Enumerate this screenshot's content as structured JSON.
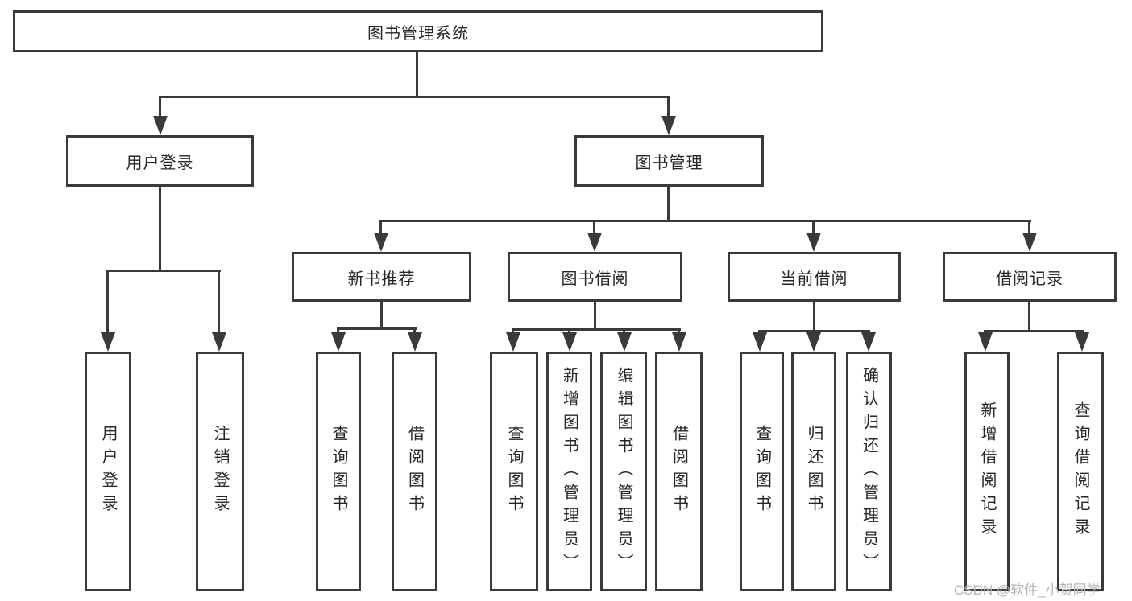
{
  "diagram_title": "图书管理系统",
  "nodes": {
    "root": "图书管理系统",
    "userLogin": "用户登录",
    "bookMgmt": "图书管理",
    "newBookRec": "新书推荐",
    "bookBorrow": "图书借阅",
    "currentBorrow": "当前借阅",
    "borrowRecord": "借阅记录",
    "leafUserLogin": "用户登录",
    "leafLogout": "注销登录",
    "recQueryBook": "查询图书",
    "recBorrowBook": "借阅图书",
    "bbQueryBook": "查询图书",
    "bbAddBook": "新增图书（管理员）",
    "bbEditBook": "编辑图书（管理员）",
    "bbBorrowBook": "借阅图书",
    "cbQueryBook": "查询图书",
    "cbReturnBook": "归还图书",
    "cbConfirmReturn": "确认归还（管理员）",
    "brAddRecord": "新增借阅记录",
    "brQueryRecord": "查询借阅记录"
  },
  "hierarchy": {
    "root": [
      "userLogin",
      "bookMgmt"
    ],
    "userLogin": [
      "leafUserLogin",
      "leafLogout"
    ],
    "bookMgmt": [
      "newBookRec",
      "bookBorrow",
      "currentBorrow",
      "borrowRecord"
    ],
    "newBookRec": [
      "recQueryBook",
      "recBorrowBook"
    ],
    "bookBorrow": [
      "bbQueryBook",
      "bbAddBook",
      "bbEditBook",
      "bbBorrowBook"
    ],
    "currentBorrow": [
      "cbQueryBook",
      "cbReturnBook",
      "cbConfirmReturn"
    ],
    "borrowRecord": [
      "brAddRecord",
      "brQueryRecord"
    ]
  },
  "watermark": "CSDN @软件_小贺同学",
  "colors": {
    "line": "#3a3a3a",
    "text": "#262626",
    "background": "#ffffff",
    "watermark": "#b5b5b5"
  }
}
